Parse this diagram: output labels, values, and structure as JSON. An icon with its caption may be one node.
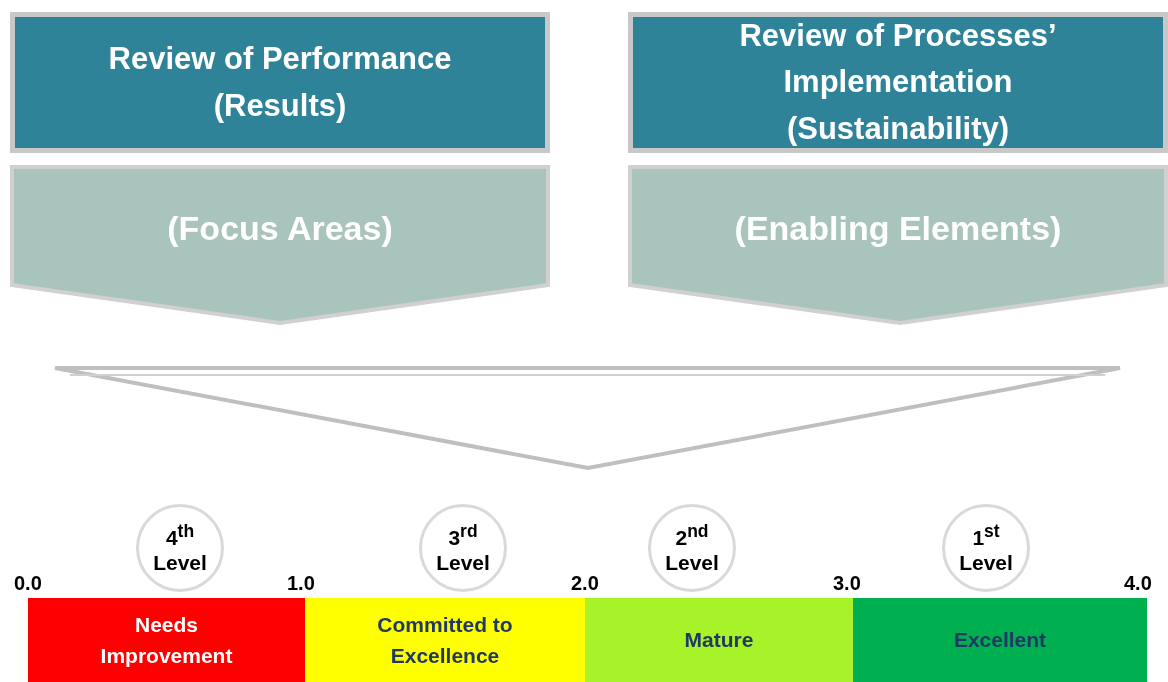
{
  "diagram": {
    "nodes": [
      {
        "text": [
          "Review of Performance (Results)"
        ]
      },
      {
        "text": [
          "(Focus Areas)"
        ]
      },
      {
        "text": [
          "Review of Processes’ Implementation (Sustainability)"
        ]
      },
      {
        "text": [
          "(Enabling Elements)"
        ]
      },
      {
        "text": [
          "4$^{th}$ Level"
        ]
      },
      {
        "text": [
          "3$^{rd}$ Level"
        ]
      },
      {
        "text": [
          "2$^{nd}$ Level"
        ]
      },
      {
        "text": [
          "1$^{st}$ Level"
        ]
      },
      {
        "text": [
          "Needs Improvement"
        ]
      },
      {
        "text": [
          "Committed to Excellence"
        ]
      },
      {
        "text": [
          "Mature"
        ]
      },
      {
        "text": [
          "Excellent"
        ]
      }
    ],
    "labels": [
      "0.0",
      "1.0",
      "2.0",
      "3.0",
      "4.0"
    ]
  }
}
